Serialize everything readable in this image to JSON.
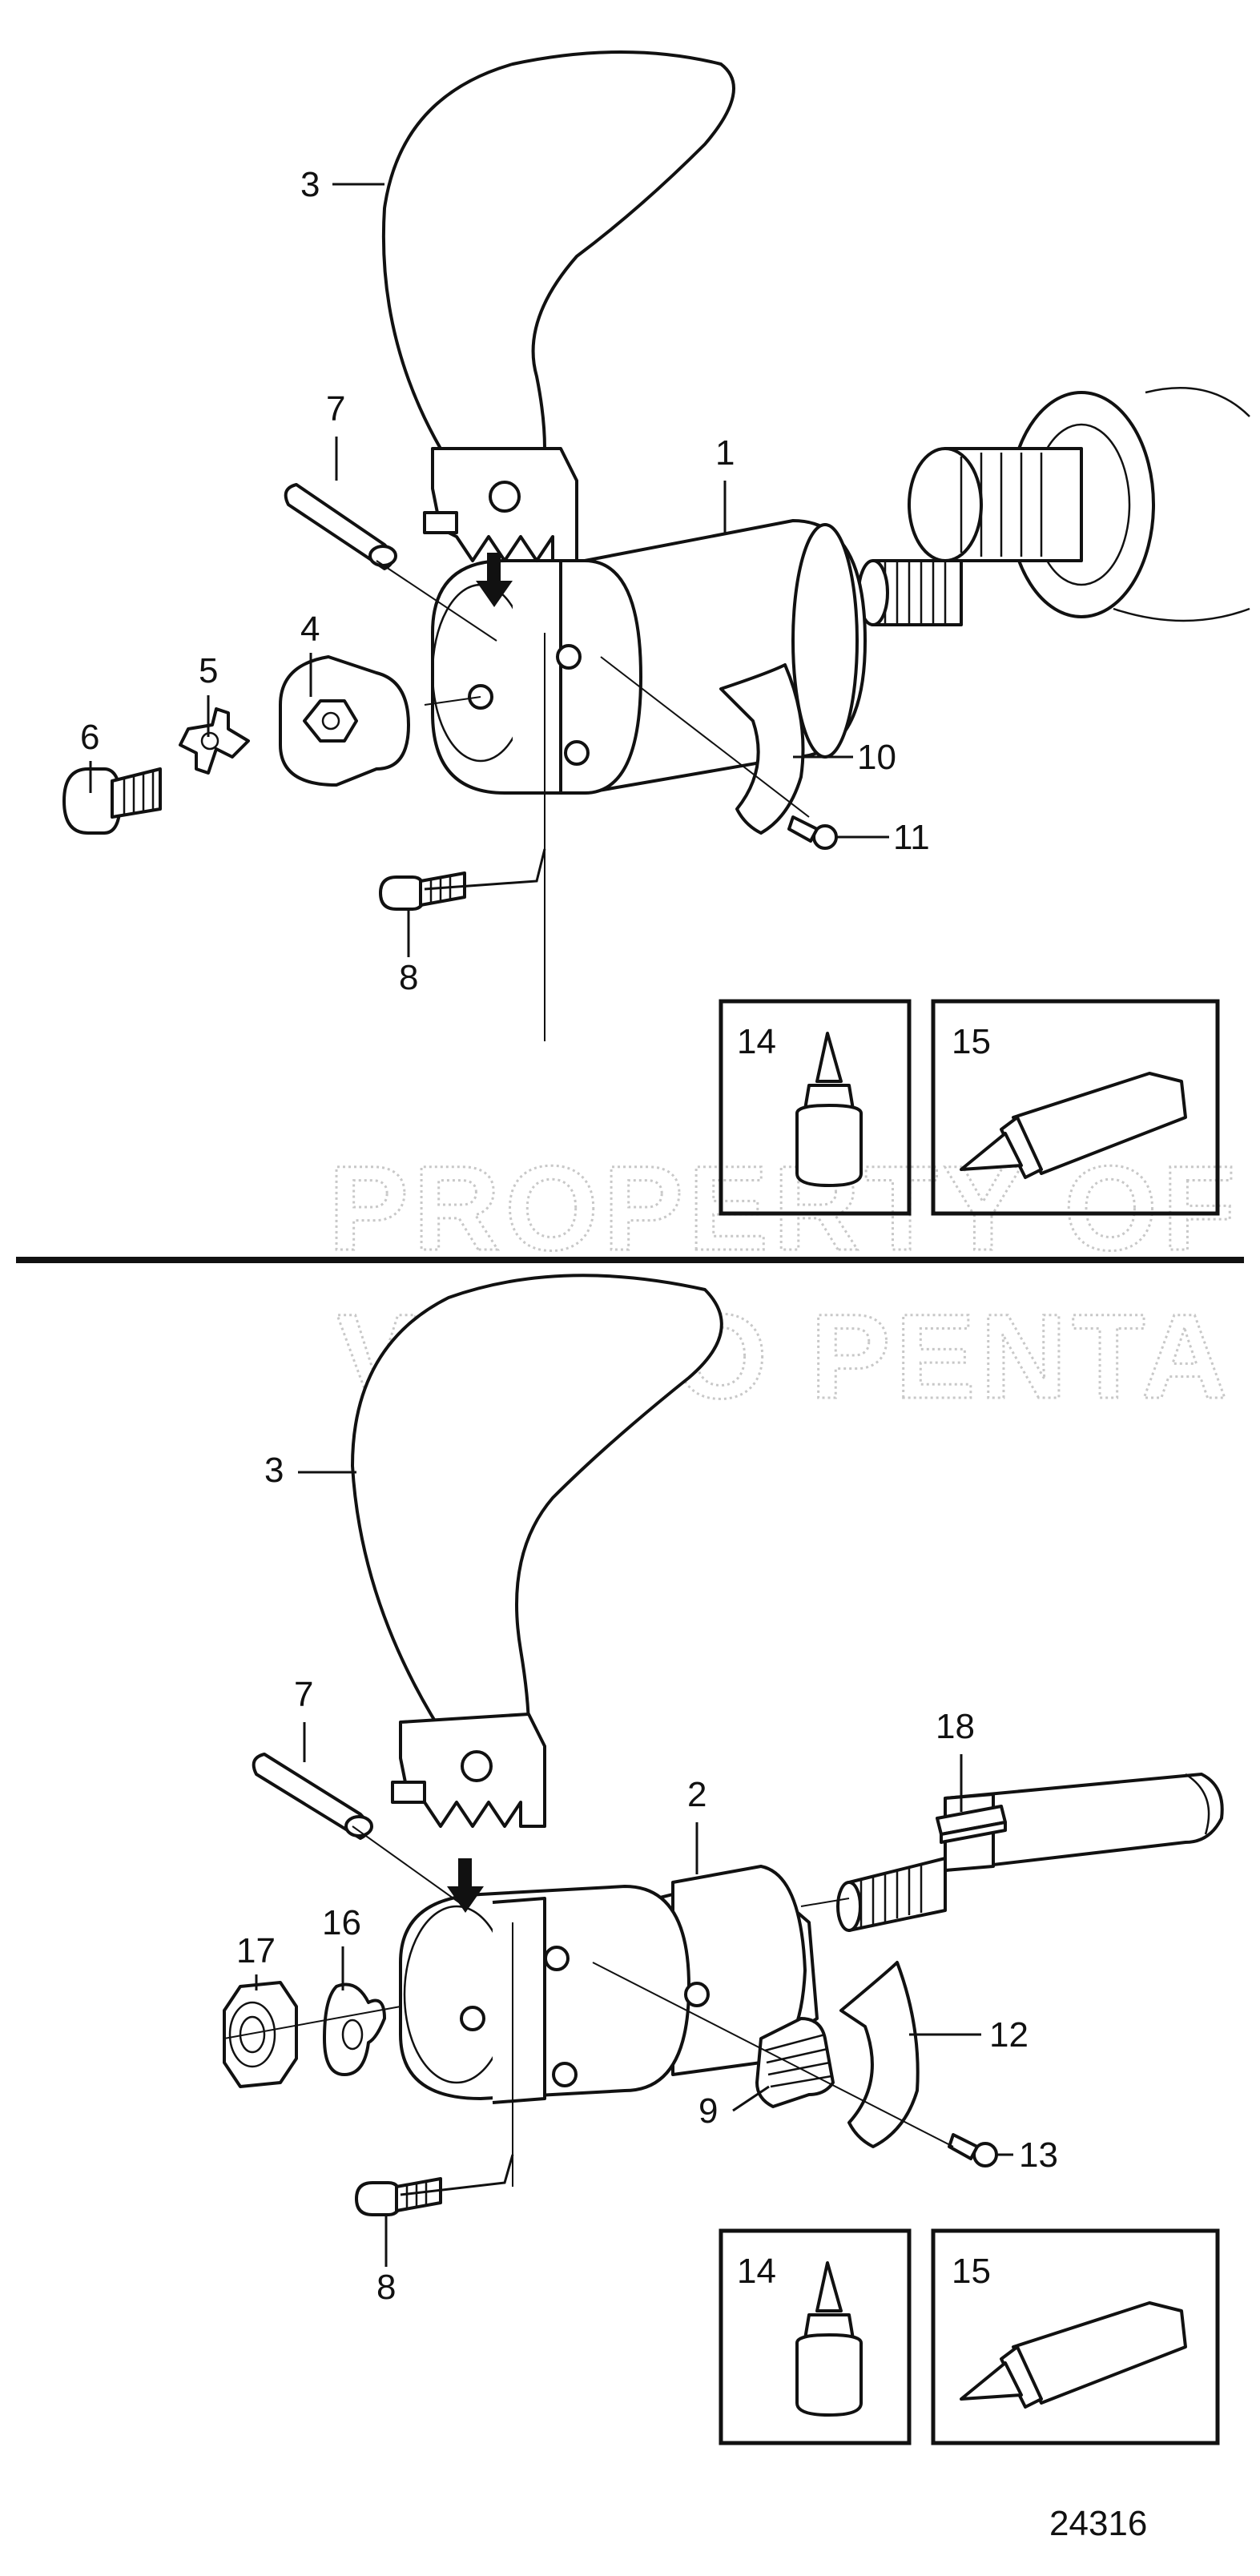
{
  "watermark": {
    "line1": "PROPERTY OF",
    "line2": "VOLVO PENTA"
  },
  "figure_number": "24316",
  "top_assembly": {
    "callouts": [
      {
        "id": "c3",
        "text": "3"
      },
      {
        "id": "c7",
        "text": "7"
      },
      {
        "id": "c1",
        "text": "1"
      },
      {
        "id": "c4",
        "text": "4"
      },
      {
        "id": "c5",
        "text": "5"
      },
      {
        "id": "c6",
        "text": "6"
      },
      {
        "id": "c10",
        "text": "10"
      },
      {
        "id": "c11",
        "text": "11"
      },
      {
        "id": "c8",
        "text": "8"
      }
    ],
    "kit_boxes": [
      {
        "id": "k14",
        "text": "14",
        "icon": "adhesive-bottle-icon"
      },
      {
        "id": "k15",
        "text": "15",
        "icon": "grease-tube-icon"
      }
    ]
  },
  "bottom_assembly": {
    "callouts": [
      {
        "id": "c3",
        "text": "3"
      },
      {
        "id": "c7",
        "text": "7"
      },
      {
        "id": "c2",
        "text": "2"
      },
      {
        "id": "c18",
        "text": "18"
      },
      {
        "id": "c17",
        "text": "17"
      },
      {
        "id": "c16",
        "text": "16"
      },
      {
        "id": "c12",
        "text": "12"
      },
      {
        "id": "c9",
        "text": "9"
      },
      {
        "id": "c13",
        "text": "13"
      },
      {
        "id": "c8",
        "text": "8"
      }
    ],
    "kit_boxes": [
      {
        "id": "k14",
        "text": "14",
        "icon": "adhesive-bottle-icon"
      },
      {
        "id": "k15",
        "text": "15",
        "icon": "grease-tube-icon"
      }
    ]
  }
}
